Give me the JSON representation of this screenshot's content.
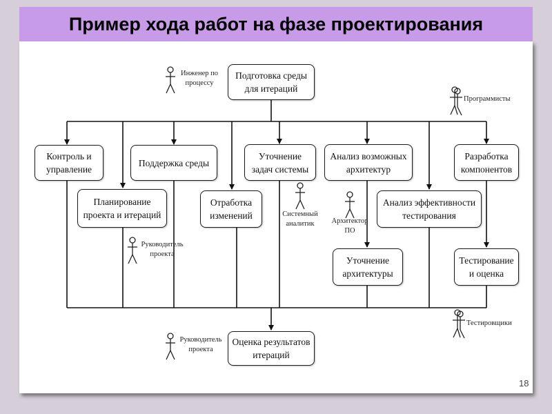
{
  "title": "Пример хода работ на фазе проектирования",
  "page_number": "18",
  "boxes": {
    "prep": "Подготовка среды\nдля итераций",
    "control": "Контроль и\nуправление",
    "support": "Поддержка среды",
    "tasks": "Уточнение\nзадач системы",
    "arch_analysis": "Анализ возможных\nархитектур",
    "components": "Разработка\nкомпонентов",
    "planning": "Планирование\nпроекта и итераций",
    "changes": "Отработка\nизменений",
    "test_eff": "Анализ эффективности\nтестирования",
    "arch_refine": "Уточнение\nархитектуры",
    "testing": "Тестирование\nи оценка",
    "results": "Оценка результатов\nитераций"
  },
  "roles": {
    "process_engineer": "Инженер по\nпроцессу",
    "programmers": "Программисты",
    "project_manager_1": "Руководитель\nпроекта",
    "system_analyst": "Системный\nаналитик",
    "architect": "Архитектор\nПО",
    "testers": "Тестировщики",
    "project_manager_2": "Руководитель\nпроекта"
  }
}
